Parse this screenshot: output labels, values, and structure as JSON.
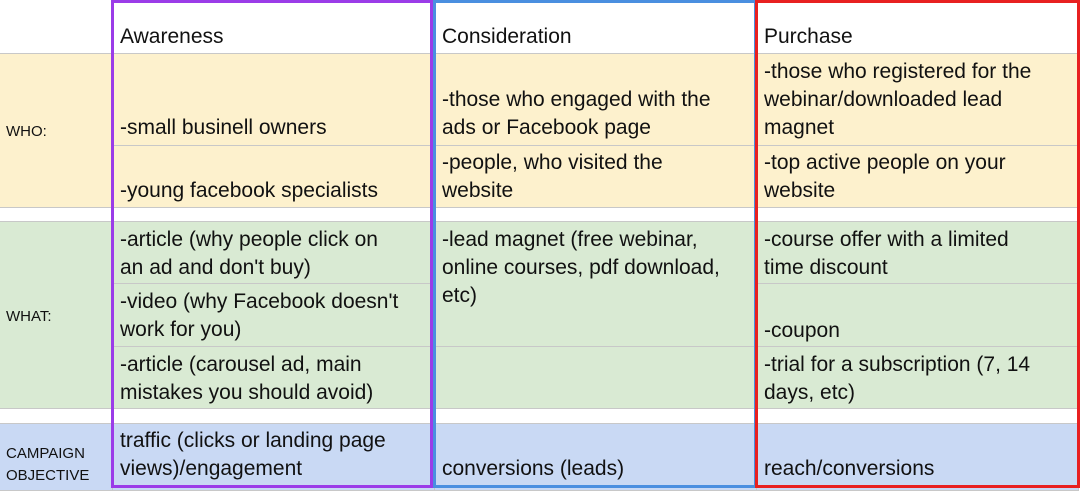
{
  "colors": {
    "who_fill": "#fdf1cd",
    "what_fill": "#d9ead3",
    "objective_fill": "#c9d9f4",
    "awareness_border": "#9b3ce8",
    "consideration_border": "#4a8fe0",
    "purchase_border": "#e82020"
  },
  "headers": {
    "awareness": "Awareness",
    "consideration": "Consideration",
    "purchase": "Purchase"
  },
  "row_labels": {
    "who": "WHO:",
    "what": "WHAT:",
    "objective": "CAMPAIGN\nOBJECTIVE"
  },
  "who": {
    "awareness": [
      "-small businell owners",
      "-young facebook specialists"
    ],
    "consideration": [
      "-those who engaged with the\nads or Facebook page",
      "-people, who visited the\nwebsite"
    ],
    "purchase": [
      "-those who registered for the\nwebinar/downloaded lead\nmagnet",
      "-top active people on your\nwebsite"
    ]
  },
  "what": {
    "awareness": [
      "-article (why people click on\nan ad and don't buy)",
      "-video (why Facebook doesn't\nwork for you)",
      "-article (carousel ad, main\nmistakes you should avoid)"
    ],
    "consideration": [
      "-lead magnet (free webinar,\nonline courses, pdf download,\netc)",
      "",
      ""
    ],
    "purchase": [
      "-course offer with a limited\ntime discount",
      "-coupon",
      "-trial for a subscription (7, 14\ndays, etc)"
    ]
  },
  "objective": {
    "awareness": "traffic (clicks or landing page\nviews)/engagement",
    "consideration": "conversions (leads)",
    "purchase": "reach/conversions"
  }
}
